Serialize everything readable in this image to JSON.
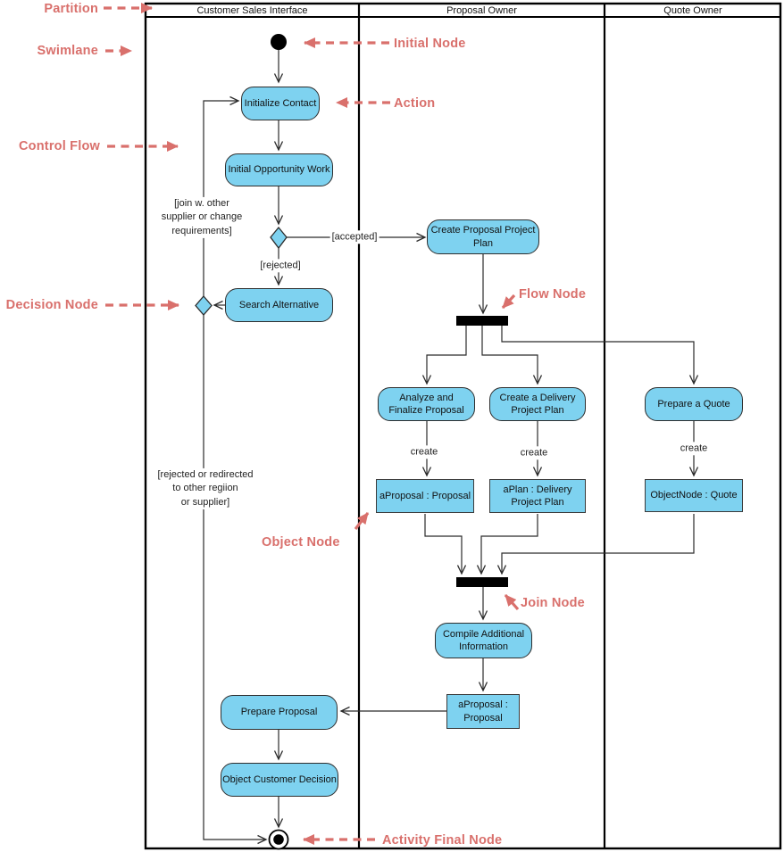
{
  "lanes": {
    "headers": [
      "Customer Sales Interface",
      "Proposal Owner",
      "Quote Owner"
    ]
  },
  "annotations": {
    "partition": "Partition",
    "swimlane": "Swimlane",
    "initial_node": "Initial Node",
    "action": "Action",
    "control_flow": "Control Flow",
    "decision_node": "Decision Node",
    "flow_node": "Flow Node",
    "object_node": "Object Node",
    "join_node": "Join Node",
    "activity_final_node": "Activity Final Node"
  },
  "actions": {
    "initialize_contact": "Initialize Contact",
    "initial_opportunity_work": "Initial Opportunity Work",
    "create_proposal_project_plan": [
      "Create Proposal Project",
      "Plan"
    ],
    "search_alternative": "Search Alternative",
    "analyze_finalize_proposal": [
      "Analyze and",
      "Finalize Proposal"
    ],
    "create_delivery_project_plan": [
      "Create a Delivery",
      "Project Plan"
    ],
    "prepare_a_quote": "Prepare a Quote",
    "compile_additional_information": [
      "Compile Additional",
      "Information"
    ],
    "prepare_proposal": "Prepare Proposal",
    "object_customer_decision": "Object Customer Decision"
  },
  "objects": {
    "a_proposal": "aProposal : Proposal",
    "a_plan": [
      "aPlan : Delivery",
      "Project Plan"
    ],
    "object_node_quote": "ObjectNode : Quote",
    "a_proposal_2": [
      "aProposal :",
      "Proposal"
    ]
  },
  "edge_labels": {
    "accepted": "[accepted]",
    "rejected": "[rejected]",
    "create": "create",
    "join_note": [
      "[join w. other",
      "supplier or change",
      "requirements]"
    ],
    "reject_note": [
      "[rejected or redirected",
      "to other regiion",
      "or supplier]"
    ]
  },
  "colors": {
    "node_fill": "#7ED2F0",
    "annotation_red": "#D9706C",
    "stroke": "#2B2B2B",
    "bar_black": "#000000"
  }
}
